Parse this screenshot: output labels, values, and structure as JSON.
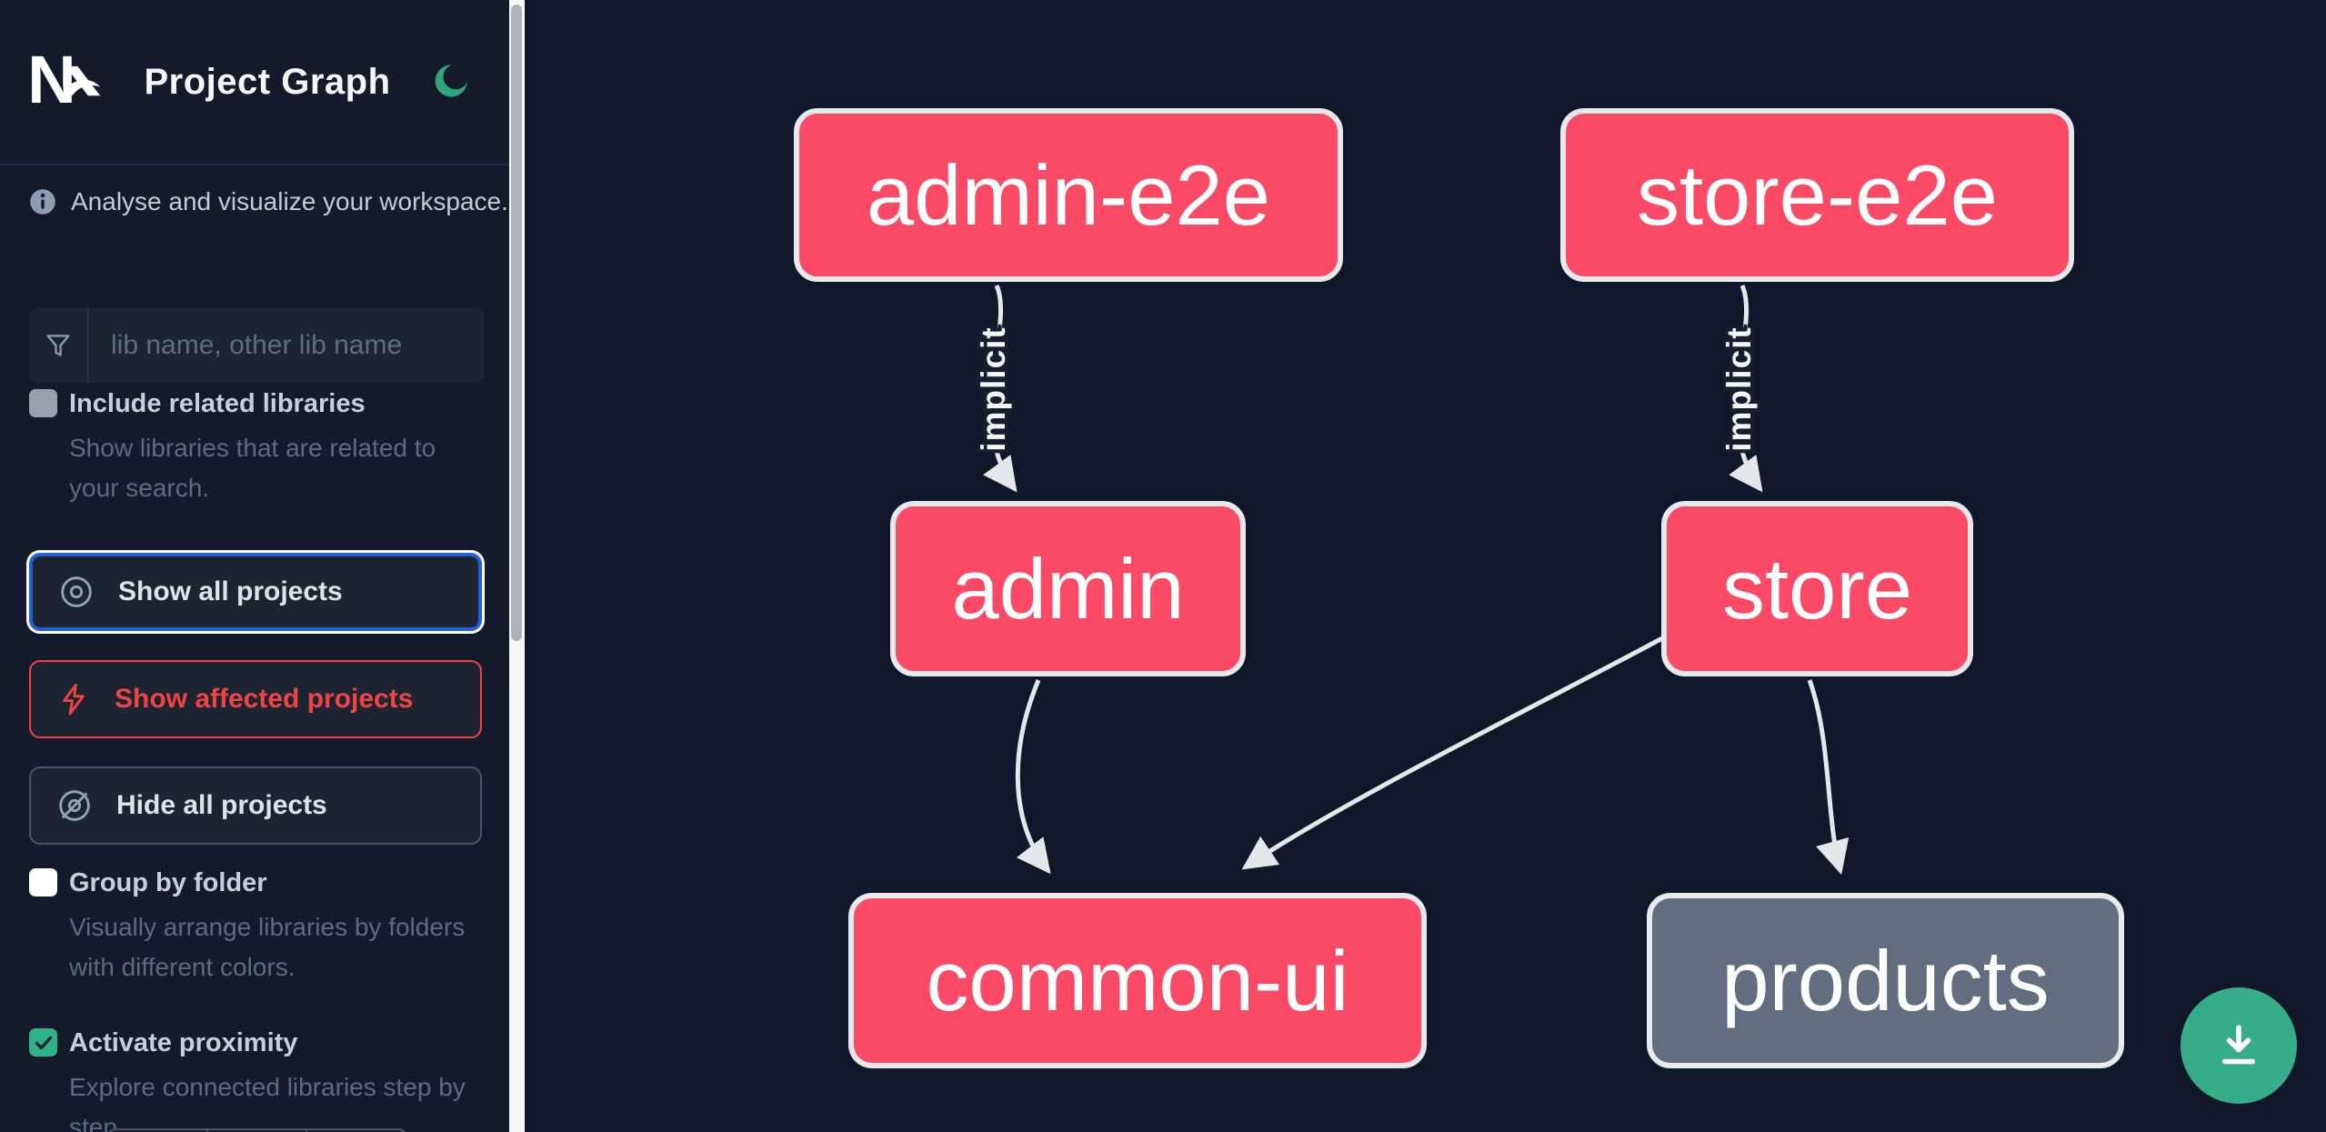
{
  "header": {
    "title": "Project Graph"
  },
  "sidebar": {
    "tagline": "Analyse and visualize your workspace.",
    "search": {
      "placeholder": "lib name, other lib name",
      "value": ""
    },
    "include_related": {
      "label": "Include related libraries",
      "description": "Show libraries that are related to your search.",
      "checked": false
    },
    "actions": {
      "show_all": "Show all projects",
      "show_affected": "Show affected projects",
      "hide_all": "Hide all projects"
    },
    "group_by_folder": {
      "label": "Group by folder",
      "description": "Visually arrange libraries by folders with different colors.",
      "checked": false
    },
    "activate_proximity": {
      "label": "Activate proximity",
      "description": "Explore connected libraries step by step.",
      "checked": true
    }
  },
  "graph": {
    "nodes": [
      {
        "id": "admin-e2e",
        "type": "app",
        "color": "pink"
      },
      {
        "id": "store-e2e",
        "type": "app",
        "color": "pink"
      },
      {
        "id": "admin",
        "type": "app",
        "color": "pink"
      },
      {
        "id": "store",
        "type": "app",
        "color": "pink"
      },
      {
        "id": "common-ui",
        "type": "lib",
        "color": "pink"
      },
      {
        "id": "products",
        "type": "lib",
        "color": "gray"
      }
    ],
    "edges": [
      {
        "source": "admin-e2e",
        "target": "admin",
        "label": "implicit"
      },
      {
        "source": "store-e2e",
        "target": "store",
        "label": "implicit"
      },
      {
        "source": "admin",
        "target": "common-ui",
        "label": ""
      },
      {
        "source": "store",
        "target": "common-ui",
        "label": ""
      },
      {
        "source": "store",
        "target": "products",
        "label": ""
      }
    ]
  },
  "colors": {
    "node_pink": "#fb4a65",
    "node_gray": "#626e80",
    "node_border": "#e7e9ed",
    "edge": "#e5e7ea",
    "accent_green": "#34ad88",
    "focus_blue": "#2460d8",
    "danger_red": "#ef4444",
    "sidebar_bg": "#141a2b",
    "graph_bg": "#11172a"
  },
  "icons": [
    "nx-logo",
    "moon-icon",
    "info-icon",
    "funnel-icon",
    "eye-icon",
    "bolt-icon",
    "eye-off-icon",
    "check-icon",
    "download-icon"
  ]
}
